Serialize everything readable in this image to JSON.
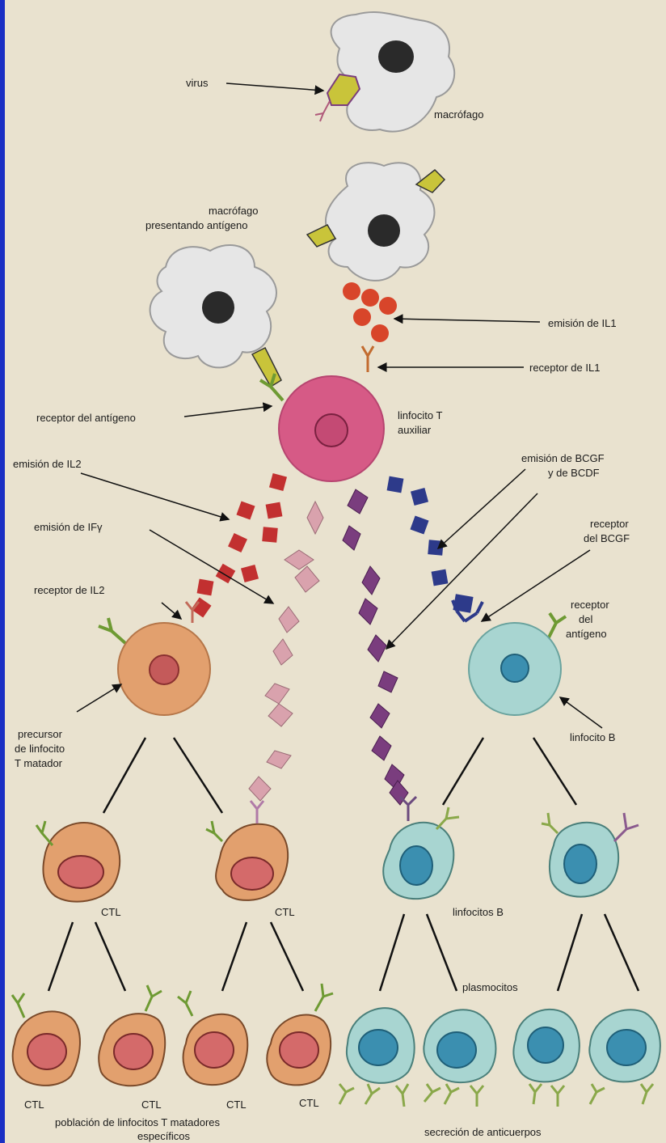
{
  "labels": {
    "virus": "virus",
    "macrofago": "macrófago",
    "macrofago_presentando_1": "macrófago",
    "macrofago_presentando_2": "presentando antígeno",
    "emision_il1": "emisión de IL1",
    "receptor_il1": "receptor de IL1",
    "receptor_antigeno": "receptor del antígeno",
    "linfocito_t_1": "linfocito T",
    "linfocito_t_2": "auxiliar",
    "emision_il2": "emisión de IL2",
    "emision_ify": "emisión de IFγ",
    "emision_bcgf_1": "emisión de BCGF",
    "emision_bcgf_2": "y de BCDF",
    "receptor_bcgf_1": "receptor",
    "receptor_bcgf_2": "del BCGF",
    "receptor_il2": "receptor de IL2",
    "receptor_del_antigeno_b_1": "receptor",
    "receptor_del_antigeno_b_2": "del",
    "receptor_del_antigeno_b_3": "antígeno",
    "precursor_1": "precursor",
    "precursor_2": "de linfocito",
    "precursor_3": "T matador",
    "linfocito_b": "linfocito B",
    "ctl": "CTL",
    "linfocitos_b": "linfocitos B",
    "plasmocitos": "plasmocitos",
    "poblacion_1": "población de linfocitos T matadores",
    "poblacion_2": "específicos",
    "secrecion": "secreción de anticuerpos"
  },
  "colors": {
    "background": "#e9e2cf",
    "macrophage": "#e6e6e6",
    "nucleus_dark": "#2a2a2a",
    "helper_t": "#d65a86",
    "ctl_cell": "#e2a06e",
    "b_cell": "#a8d5d1",
    "il1": "#d8452a",
    "il2": "#c23030",
    "ify": "#d9a2ad",
    "bcgf": "#7a3d7e",
    "bcdf": "#2d3a8a",
    "receptor_green": "#6e9a33",
    "antigen_yellow": "#c9c43a"
  }
}
